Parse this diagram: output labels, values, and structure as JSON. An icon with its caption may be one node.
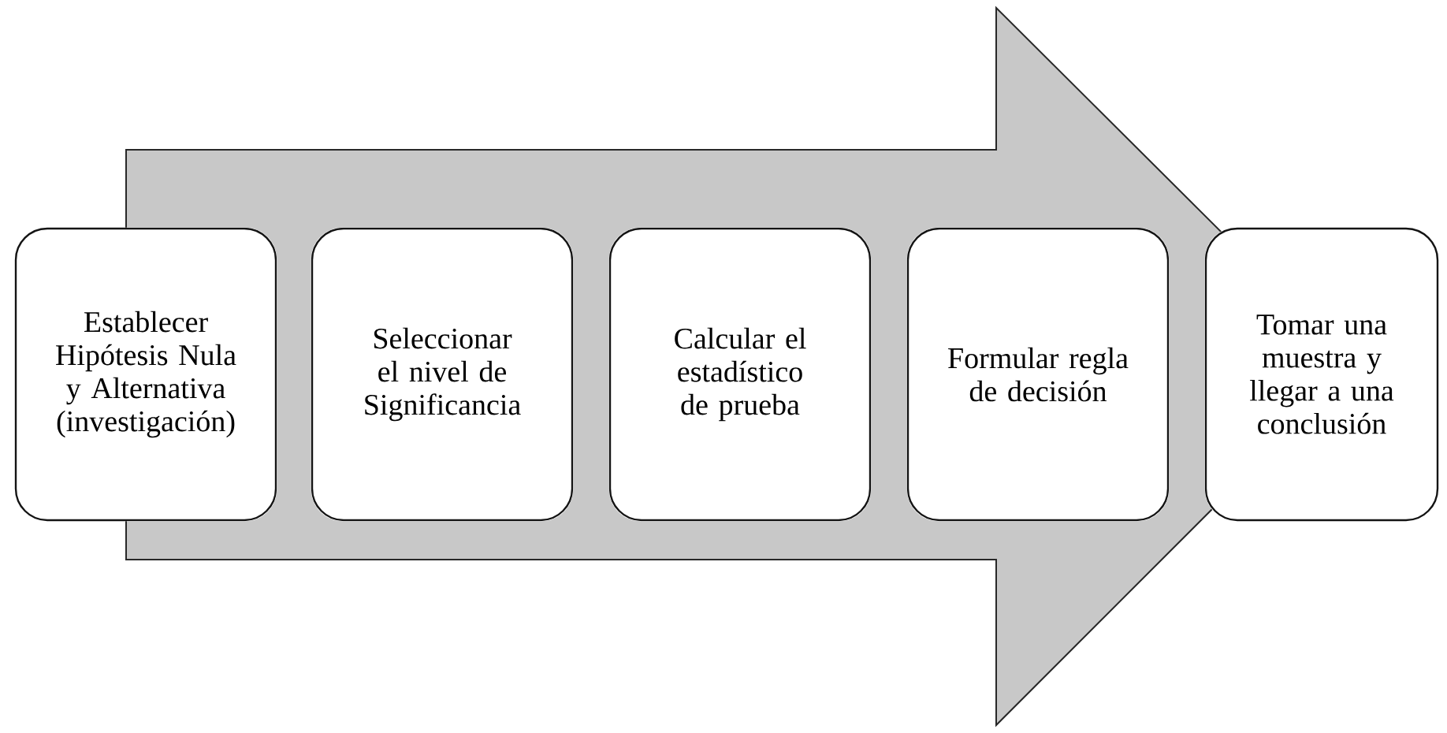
{
  "diagram": {
    "nodes": [
      {
        "text": [
          "Establecer Hipótesis Nula y Alternativa (investigación)"
        ]
      },
      {
        "text": [
          "Seleccionar el nivel de Significancia"
        ]
      },
      {
        "text": [
          "Calcular el estadístico de prueba"
        ]
      },
      {
        "text": [
          "Formular regla de decisión"
        ]
      },
      {
        "text": [
          "Tomar una muestra y llegar a una conclusión"
        ]
      }
    ],
    "edges": [
      {
        "from": 0,
        "to": 4,
        "arrow": "to"
      }
    ]
  }
}
